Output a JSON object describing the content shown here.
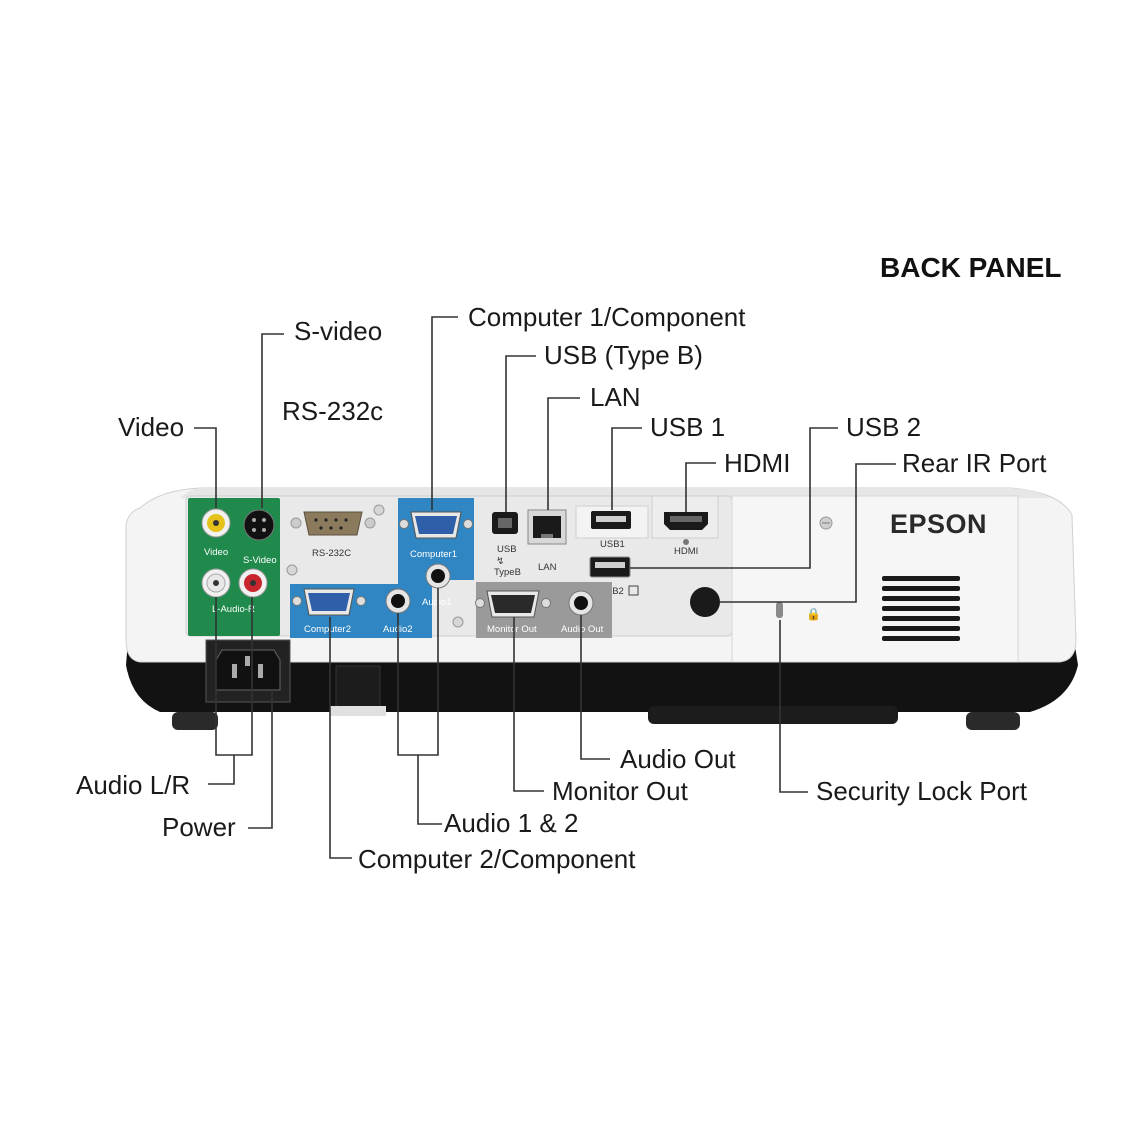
{
  "title": "BACK PANEL",
  "brand": "EPSON",
  "callouts": {
    "s_video": "S-video",
    "computer1": "Computer 1/Component",
    "usb_type_b": "USB (Type B)",
    "rs232c": "RS-232c",
    "lan": "LAN",
    "video": "Video",
    "usb1": "USB 1",
    "usb2": "USB 2",
    "hdmi": "HDMI",
    "rear_ir": "Rear IR Port",
    "audio_lr": "Audio L/R",
    "power": "Power",
    "audio_out": "Audio Out",
    "monitor_out": "Monitor Out",
    "audio12": "Audio 1 & 2",
    "security": "Security Lock Port",
    "computer2": "Computer 2/Component"
  },
  "port_labels": {
    "video": "Video",
    "s_video": "S-Video",
    "audio_lr": "L-Audio-R",
    "rs232c": "RS-232C",
    "computer1": "Computer1",
    "computer2": "Computer2",
    "audio1": "Audio1",
    "audio2": "Audio2",
    "usb": "USB",
    "typeb": "TypeB",
    "lan": "LAN",
    "usb1": "USB1",
    "usb2": "USB2",
    "hdmi": "HDMI",
    "monitor_out": "Monitor Out",
    "audio_out": "Audio Out"
  },
  "colors": {
    "green_panel": "#1f8a4c",
    "blue_panel": "#2f86c2",
    "body_white": "#f4f4f4",
    "base_black": "#121212"
  }
}
